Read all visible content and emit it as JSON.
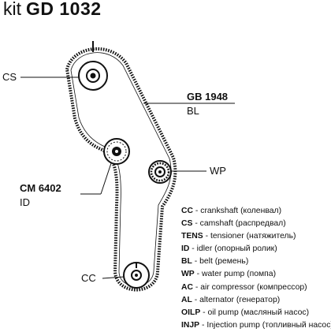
{
  "header": {
    "prefix": "kit",
    "code": "GD 1032"
  },
  "labels": {
    "cs": "CS",
    "belt_code": "GB 1948",
    "belt_tag": "BL",
    "wp": "WP",
    "idler_code": "CM 6402",
    "idler_tag": "ID",
    "cc": "CC"
  },
  "legend": [
    {
      "code": "CC",
      "desc": " - crankshaft (коленвал)"
    },
    {
      "code": "CS",
      "desc": " - camshaft (распредвал)"
    },
    {
      "code": "TENS",
      "desc": " - tensioner (натяжитель)"
    },
    {
      "code": "ID",
      "desc": " - idler (опорный ролик)"
    },
    {
      "code": "BL",
      "desc": " - belt (ремень)"
    },
    {
      "code": "WP",
      "desc": " - water pump (помпа)"
    },
    {
      "code": "AC",
      "desc": " - air compressor (компрессор)"
    },
    {
      "code": "AL",
      "desc": " - alternator (генератор)"
    },
    {
      "code": "OILP",
      "desc": " - oil pump (масляный насос)"
    },
    {
      "code": "INJP",
      "desc": " - Injection pump (топливный насос)"
    }
  ]
}
